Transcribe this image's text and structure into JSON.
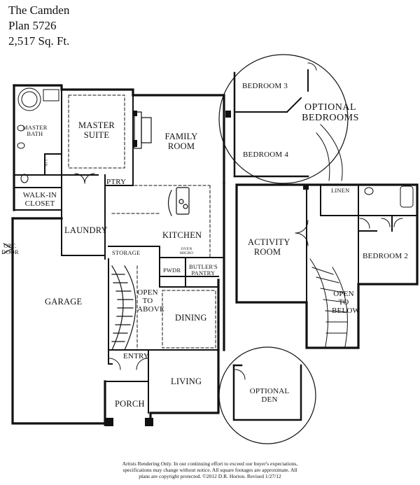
{
  "title": {
    "name": "The Camden",
    "plan": "Plan 5726",
    "area": "2,517 Sq. Ft."
  },
  "rooms": {
    "master_bath": [
      "MASTER",
      "BATH"
    ],
    "master_suite": [
      "MASTER",
      "SUITE"
    ],
    "family_room": [
      "FAMILY",
      "ROOM"
    ],
    "lin": "LIN",
    "walk_in_closet": [
      "WALK-IN",
      "CLOSET"
    ],
    "ptry": "PTRY",
    "laundry": "LAUNDRY",
    "kitchen": "KITCHEN",
    "opt_door": [
      "OPT.",
      "DOOR"
    ],
    "storage": "STORAGE",
    "oven_micro": [
      "OVEN",
      "MICRO"
    ],
    "pwdr": "PWDR",
    "butlers_pantry": [
      "BUTLER'S",
      "PANTRY"
    ],
    "garage": "GARAGE",
    "open_to_above": [
      "OPEN",
      "TO",
      "ABOVE"
    ],
    "dining": "DINING",
    "entry": "ENTRY",
    "living": "LIVING",
    "porch": "PORCH",
    "optional_den": [
      "OPTIONAL",
      "DEN"
    ],
    "bedroom_3": "BEDROOM 3",
    "optional_bedrooms": [
      "OPTIONAL",
      "BEDROOMS"
    ],
    "bedroom_4": "BEDROOM 4",
    "linen": "LINEN",
    "activity_room": [
      "ACTIVITY",
      "ROOM"
    ],
    "bedroom_2": "BEDROOM 2",
    "open_to_below": [
      "OPEN",
      "TO",
      "BELOW"
    ]
  },
  "footer": [
    "Artists Rendering Only. In our continuing effort to exceed our buyer's expectations,",
    "specifications may change without notice.  All square footages are approximate. All",
    "plans are copyright protected. ©2012 D.R. Horton. Revised 1/27/12"
  ]
}
